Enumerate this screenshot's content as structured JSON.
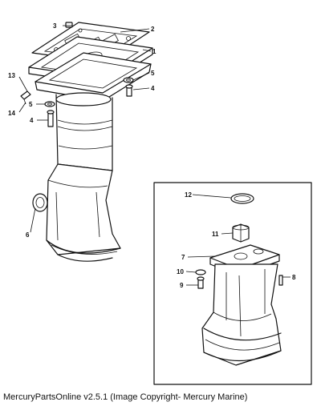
{
  "callouts": {
    "c1": "1",
    "c2": "2",
    "c3": "3",
    "c4a": "4",
    "c4b": "4",
    "c5a": "5",
    "c5b": "5",
    "c6": "6",
    "c7": "7",
    "c8": "8",
    "c9": "9",
    "c10": "10",
    "c11": "11",
    "c12": "12",
    "c13": "13",
    "c14": "14"
  },
  "caption": "MercuryPartsOnline v2.5.1 (Image Copyright- Mercury Marine)"
}
